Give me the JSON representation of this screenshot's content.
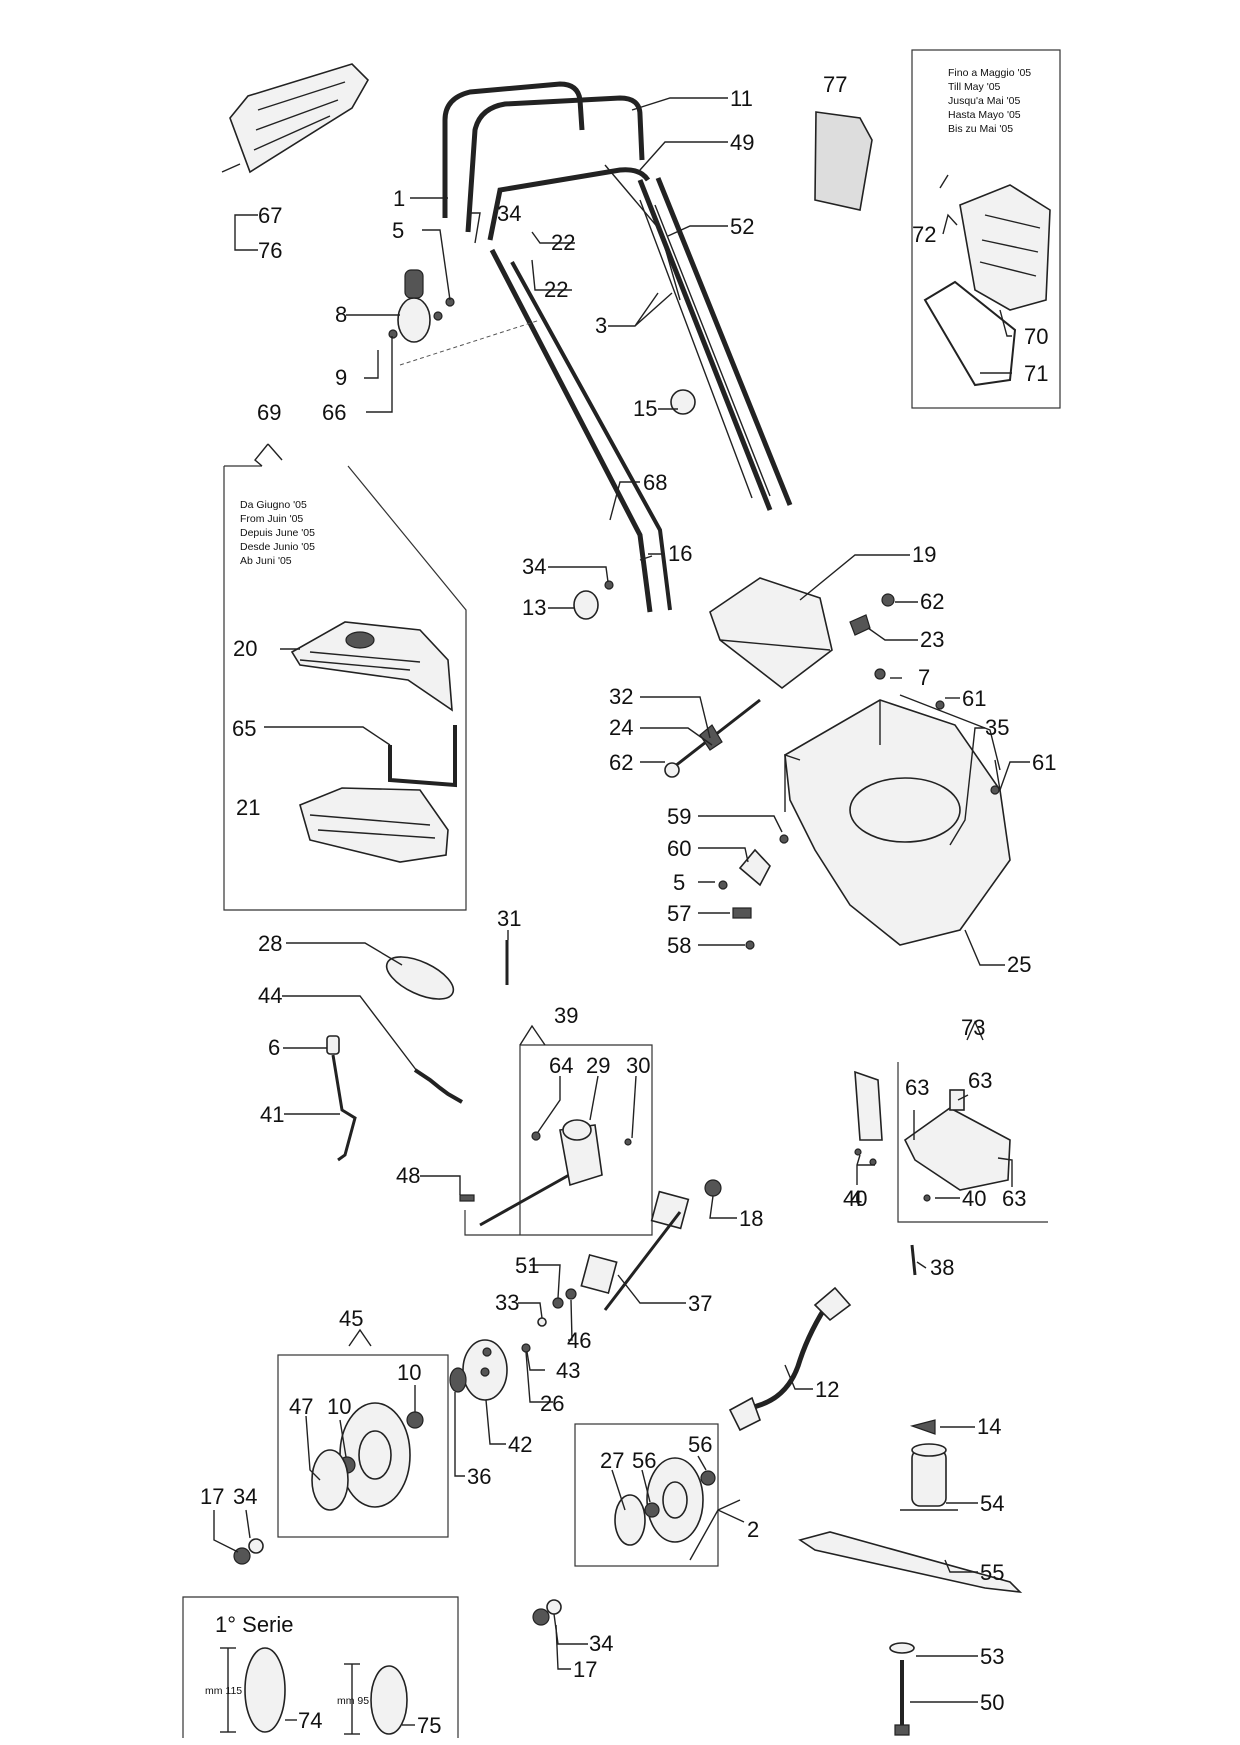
{
  "labels": {
    "l1": "1",
    "l2": "2",
    "l3": "3",
    "l4": "4",
    "l5a": "5",
    "l5b": "5",
    "l6": "6",
    "l7": "7",
    "l8": "8",
    "l9": "9",
    "l10a": "10",
    "l10b": "10",
    "l11": "11",
    "l12": "12",
    "l13": "13",
    "l14": "14",
    "l15": "15",
    "l16": "16",
    "l17a": "17",
    "l17b": "17",
    "l18": "18",
    "l19": "19",
    "l20": "20",
    "l21": "21",
    "l22a": "22",
    "l22b": "22",
    "l23": "23",
    "l24": "24",
    "l25": "25",
    "l26": "26",
    "l27": "27",
    "l28": "28",
    "l29": "29",
    "l30": "30",
    "l31": "31",
    "l32": "32",
    "l33": "33",
    "l34a": "34",
    "l34b": "34",
    "l34c": "34",
    "l34d": "34",
    "l35": "35",
    "l36": "36",
    "l37": "37",
    "l38": "38",
    "l39": "39",
    "l40a": "40",
    "l40b": "40",
    "l41": "41",
    "l42": "42",
    "l43": "43",
    "l44": "44",
    "l45": "45",
    "l46": "46",
    "l47": "47",
    "l48": "48",
    "l49": "49",
    "l50": "50",
    "l51": "51",
    "l52": "52",
    "l53": "53",
    "l54": "54",
    "l55": "55",
    "l56a": "56",
    "l56b": "56",
    "l57": "57",
    "l58": "58",
    "l59": "59",
    "l60": "60",
    "l61a": "61",
    "l61b": "61",
    "l62a": "62",
    "l62b": "62",
    "l63a": "63",
    "l63b": "63",
    "l63c": "63",
    "l64": "64",
    "l65": "65",
    "l66": "66",
    "l67": "67",
    "l68": "68",
    "l69": "69",
    "l70": "70",
    "l71": "71",
    "l72": "72",
    "l73": "73",
    "l74": "74",
    "l75": "75",
    "l76": "76",
    "l77": "77"
  },
  "notes": {
    "until_may": [
      "Fino a Maggio '05",
      "Till May '05",
      "Jusqu'a Mai '05",
      "Hasta Mayo '05",
      "Bis zu Mai '05"
    ],
    "from_june": [
      "Da Giugno '05",
      "From Juin '05",
      "Depuis June '05",
      "Desde Junio '05",
      "Ab Juni '05"
    ],
    "first_series": "1° Serie",
    "dim_74": "mm 115",
    "dim_75": "mm 95"
  }
}
